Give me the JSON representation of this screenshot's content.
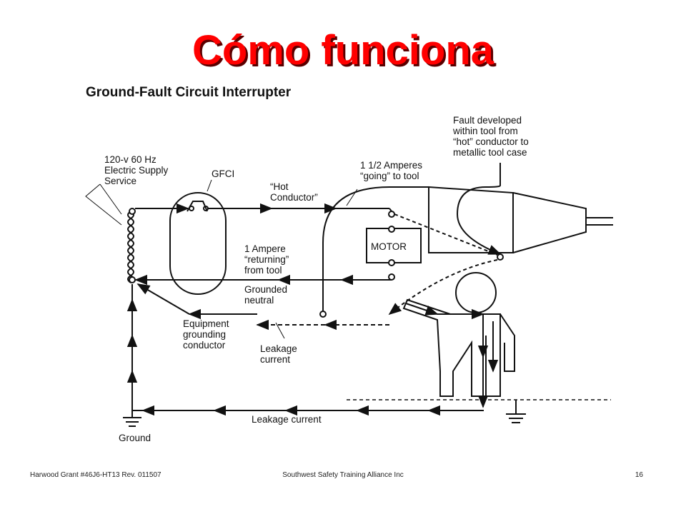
{
  "title": "Cómo funciona",
  "title_color": "#ff0000",
  "diagram": {
    "heading": "Ground-Fault Circuit Interrupter",
    "supply_lines": [
      "120-v 60 Hz",
      "Electric Supply",
      "Service"
    ],
    "gfci": "GFCI",
    "hot_conductor": [
      "“Hot",
      "Conductor”"
    ],
    "amperes_going": [
      "1 1/2 Amperes",
      "“going” to tool"
    ],
    "fault_lines": [
      "Fault developed",
      "within tool from",
      "“hot” conductor to",
      "metallic tool case"
    ],
    "motor": "MOTOR",
    "ampere_returning": [
      "1 Ampere",
      "“returning”",
      "from tool"
    ],
    "grounded_neutral": [
      "Grounded",
      "neutral"
    ],
    "equipment_grounding": [
      "Equipment",
      "grounding",
      "conductor"
    ],
    "leakage_current_small": [
      "Leakage",
      "current"
    ],
    "leakage_current_bottom": "Leakage current",
    "ground": "Ground"
  },
  "footer": {
    "left": "Harwood Grant #46J6-HT13  Rev. 011507",
    "center": "Southwest Safety Training Alliance Inc",
    "right": "16"
  }
}
